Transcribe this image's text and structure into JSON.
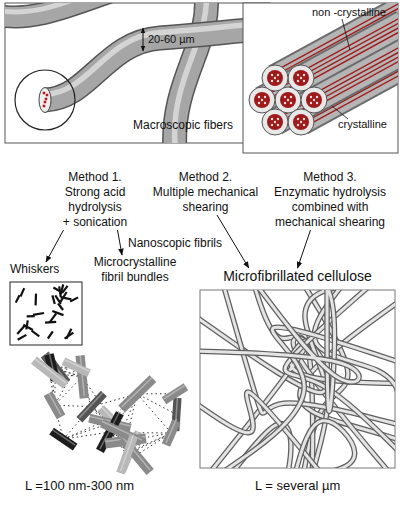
{
  "diagram": {
    "nodes": [
      {
        "text": [
          "20-60 µm",
          "Macroscopic fibers"
        ]
      },
      {
        "text": [
          "non -crystalline",
          "crystalline"
        ]
      },
      {
        "text": [
          "Method 1.",
          "Strong acid hydrolysis",
          "+ sonication"
        ]
      },
      {
        "text": [
          "Method 2.",
          "Multiple mechanical shearing"
        ]
      },
      {
        "text": [
          "Method 3.",
          "Enzymatic hydrolysis combined with mechanical shearing"
        ]
      },
      {
        "text": [
          "Microcrystalline fibril bundles"
        ]
      },
      {
        "text": [
          "Whiskers"
        ],
        "in": 5
      },
      {
        "text": [
          "Microfibrillated cellulose"
        ]
      }
    ],
    "edges": [
      {
        "from": 2,
        "to": 6,
        "arrow": "to"
      },
      {
        "from": 2,
        "to": 5,
        "arrow": "to"
      },
      {
        "from": 3,
        "to": 7,
        "arrow": "to"
      },
      {
        "from": 4,
        "to": 7,
        "arrow": "to"
      }
    ],
    "labels": [
      "Nanoscopic fibrils",
      "L =100 nm-300 nm",
      "L = several µm"
    ]
  }
}
